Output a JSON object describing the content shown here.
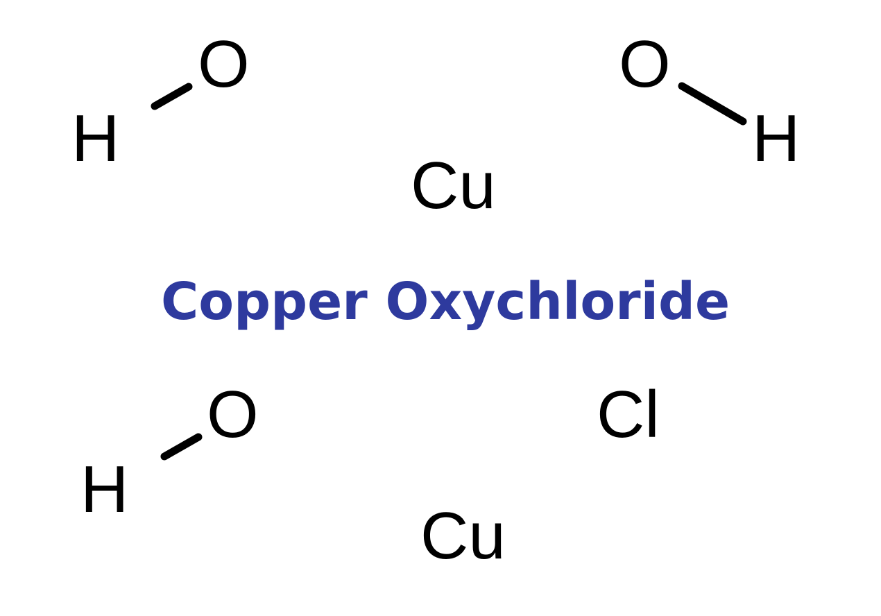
{
  "atoms": {
    "o1": "O",
    "h1": "H",
    "o2": "O",
    "h2": "H",
    "cu1": "Cu",
    "o3": "O",
    "h3": "H",
    "cl": "Cl",
    "cu2": "Cu"
  },
  "title": "Copper Oxychloride",
  "colors": {
    "title": "#2e3a9e",
    "atoms": "#000000"
  }
}
